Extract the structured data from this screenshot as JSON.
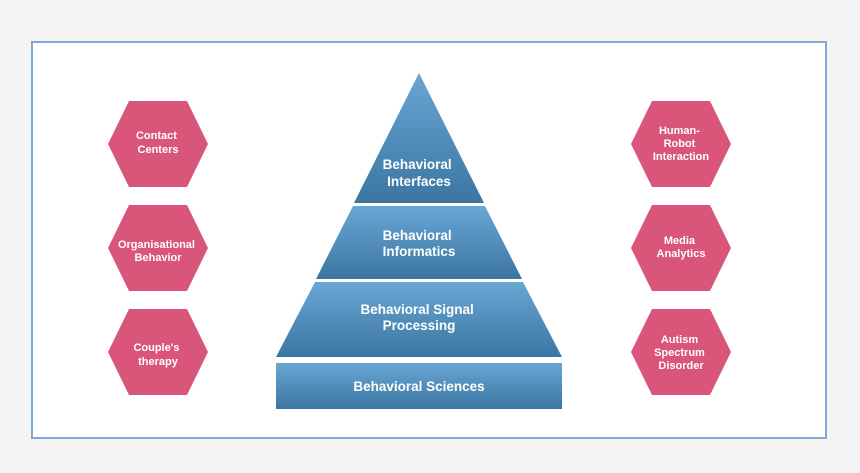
{
  "colors": {
    "pyramid_light": "#6aa6d4",
    "pyramid_dark": "#3b76a2",
    "hexagon": "#d9557a",
    "frame_border": "#7ea9d6",
    "background": "#f4f4f4"
  },
  "pyramid": {
    "tiers": [
      {
        "lines": [
          "Behavioral",
          "Interfaces"
        ]
      },
      {
        "lines": [
          "Behavioral",
          "Informatics"
        ]
      },
      {
        "lines": [
          "Behavioral Signal",
          "Processing"
        ]
      },
      {
        "lines": [
          "Behavioral Sciences"
        ]
      }
    ]
  },
  "left_hexagons": [
    {
      "lines": [
        "Contact",
        "Centers"
      ]
    },
    {
      "lines": [
        "Organisational",
        "Behavior"
      ]
    },
    {
      "lines": [
        "Couple's",
        "therapy"
      ]
    }
  ],
  "right_hexagons": [
    {
      "lines": [
        "Human-",
        "Robot",
        "Interaction"
      ]
    },
    {
      "lines": [
        "Media",
        "Analytics"
      ]
    },
    {
      "lines": [
        "Autism",
        "Spectrum",
        "Disorder"
      ]
    }
  ]
}
